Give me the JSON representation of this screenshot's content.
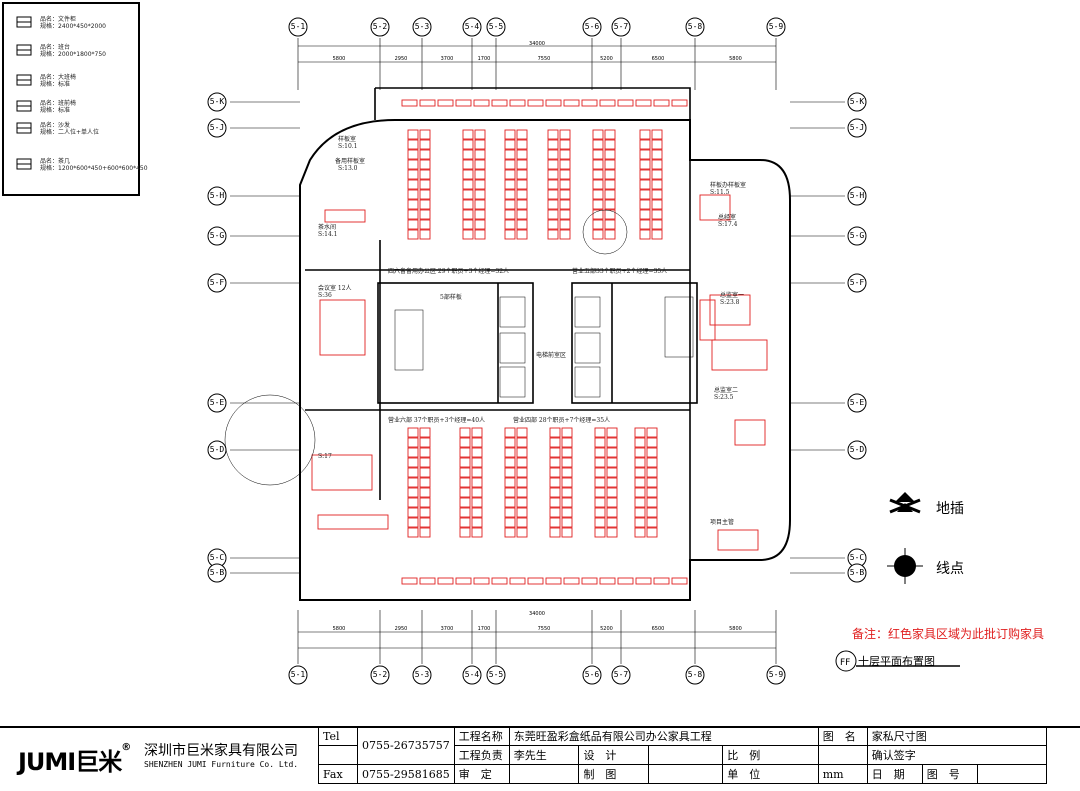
{
  "legend": [
    {
      "name": "品名：文件柜",
      "spec": "规格：2400*450*2000",
      "icon": "file-cabinet-icon"
    },
    {
      "name": "品名：班台",
      "spec": "规格：2000*1800*750",
      "icon": "desk-icon"
    },
    {
      "name": "品名：大班椅",
      "spec": "规格：标准",
      "icon": "chair-icon"
    },
    {
      "name": "品名：班前椅",
      "spec": "规格：标准",
      "icon": "chair-icon"
    },
    {
      "name": "品名：沙发",
      "spec": "规格：二人位+单人位",
      "icon": "sofa-icon"
    },
    {
      "name": "品名：茶几",
      "spec": "规格：1200*600*450+600*600*450",
      "icon": "coffee-table-icon"
    }
  ],
  "grid_top": [
    "5-1",
    "5-2",
    "5-3",
    "5-4",
    "5-5",
    "5-6",
    "5-7",
    "5-8",
    "5-9"
  ],
  "grid_side": [
    "5-K",
    "5-J",
    "5-H",
    "5-G",
    "5-F",
    "5-E",
    "5-D",
    "5-C",
    "5-B"
  ],
  "dims_top": [
    "5800",
    "2950",
    "3700",
    "1700",
    "7550",
    "5200",
    "6500",
    "5800"
  ],
  "dim_total": "34000",
  "rooms": [
    {
      "label": "样板室"
    },
    {
      "label": "S:10.1"
    },
    {
      "label": "备用样板室"
    },
    {
      "label": "S:13.0"
    },
    {
      "label": "茶水间"
    },
    {
      "label": "S:14.1"
    },
    {
      "label": "会议室 12人"
    },
    {
      "label": "S:36"
    },
    {
      "label": "四六备备用办公区 29个职员+3个经理=32人"
    },
    {
      "label": "营业五部"
    },
    {
      "label": "33个职员+2个经理=35人"
    },
    {
      "label": "电梯前室区"
    },
    {
      "label": "5部样板"
    },
    {
      "label": "营业六部 37个职员+3个经理=40人"
    },
    {
      "label": "营业四部 28个职员+7个经理=35人"
    },
    {
      "label": "样板办样板室"
    },
    {
      "label": "S:11.5"
    },
    {
      "label": "总经室"
    },
    {
      "label": "S:17.4"
    },
    {
      "label": "总监室一"
    },
    {
      "label": "S:23.8"
    },
    {
      "label": "总监室二"
    },
    {
      "label": "S:23.5"
    },
    {
      "label": "项目主管"
    },
    {
      "label": "S:17"
    }
  ],
  "symbols": {
    "floor_socket": "地插",
    "wire_point": "线点"
  },
  "note": "备注：红色家具区域为此批订购家具",
  "floor_plan_label": "十层平面布置图",
  "title_block": {
    "logo": "JUMI巨米",
    "company_cn": "深圳市巨米家具有限公司",
    "company_en": "SHENZHEN JUMI Furniture Co. Ltd.",
    "tel_label": "Tel",
    "tel": "0755-26735757",
    "fax_label": "Fax",
    "fax": "0755-29581685",
    "project_name_label": "工程名称",
    "project_name": "东莞旺盈彩盒纸品有限公司办公家具工程",
    "drawing_name_label": "图　名",
    "drawing_name": "家私尺寸图",
    "project_lead_label": "工程负责",
    "project_lead": "李先生",
    "design_label": "设　计",
    "scale_label": "比　例",
    "confirm_label": "确认签字",
    "review_label": "审　定",
    "draw_label": "制　图",
    "unit_label": "单　位",
    "unit": "mm",
    "date_label": "日　期",
    "drawing_no_label": "图　号"
  },
  "colors": {
    "furniture": "#e02020",
    "line": "#000000"
  }
}
